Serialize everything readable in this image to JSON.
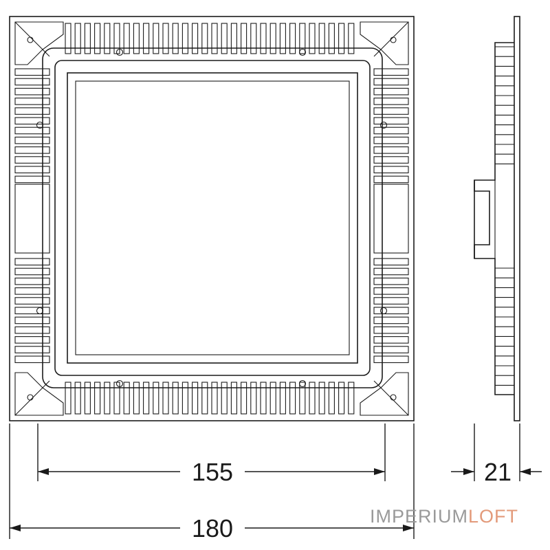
{
  "dimensions": {
    "inner_width": "155",
    "outer_width": "180",
    "depth": "21"
  },
  "watermark": {
    "part1": "IMPERIUM",
    "part2": "LOFT",
    "color1": "#9a9a9a",
    "color2": "#e39a7a"
  },
  "colors": {
    "line": "#1a1a1a",
    "background": "#ffffff"
  }
}
